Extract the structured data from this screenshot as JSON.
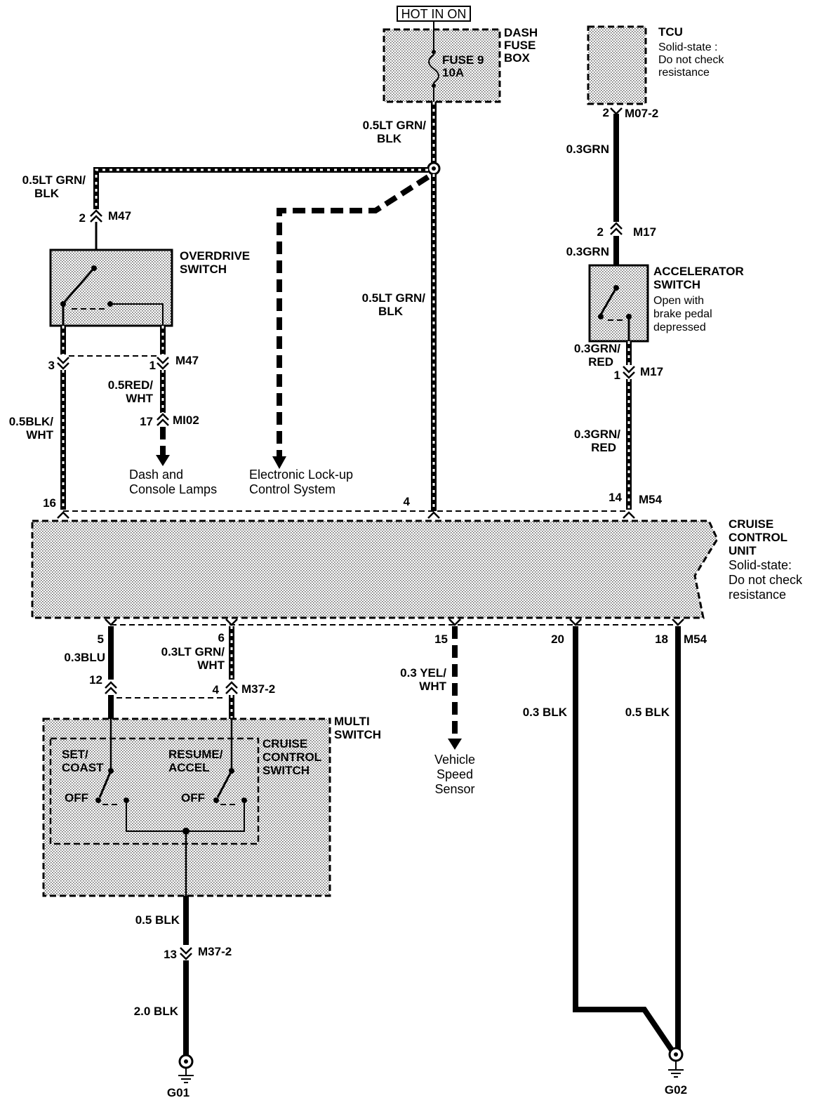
{
  "power": {
    "label": "HOT IN ON"
  },
  "dash_fuse_box": {
    "name": "DASH FUSE BOX",
    "line1": "DASH",
    "line2": "FUSE",
    "line3": "BOX",
    "fuse_name": "FUSE 9",
    "fuse_rating": "10A"
  },
  "tcu": {
    "name": "TCU",
    "note1": "Solid-state :",
    "note2": "Do not check",
    "note3": "resistance"
  },
  "overdrive_switch": {
    "line1": "OVERDRIVE",
    "line2": "SWITCH"
  },
  "accelerator_switch": {
    "line1": "ACCELERATOR",
    "line2": "SWITCH",
    "note1": "Open with",
    "note2": "brake pedal",
    "note3": "depressed"
  },
  "cruise_unit": {
    "line1": "CRUISE",
    "line2": "CONTROL",
    "line3": "UNIT",
    "note1": "Solid-state:",
    "note2": "Do not check",
    "note3": "resistance"
  },
  "multi_switch": {
    "line1": "MULTI",
    "line2": "SWITCH"
  },
  "cruise_switch": {
    "line1": "CRUISE",
    "line2": "CONTROL",
    "line3": "SWITCH",
    "set1": "SET/",
    "set2": "COAST",
    "resume1": "RESUME/",
    "resume2": "ACCEL",
    "off": "OFF"
  },
  "wires": {
    "fuse_out_1": "0.5LT GRN/",
    "fuse_out_2": "BLK",
    "od_in_1": "0.5LT GRN/",
    "od_in_2": "BLK",
    "cu4_1": "0.5LT GRN/",
    "cu4_2": "BLK",
    "tcu_out": "0.3GRN",
    "acc_in": "0.3GRN",
    "acc_out_1": "0.3GRN/",
    "acc_out_2": "RED",
    "cu14_1": "0.3GRN/",
    "cu14_2": "RED",
    "od_red_1": "0.5RED/",
    "od_red_2": "WHT",
    "od_blk_1": "0.5BLK/",
    "od_blk_2": "WHT",
    "pin5": "0.3BLU",
    "pin6_1": "0.3LT GRN/",
    "pin6_2": "WHT",
    "pin15_1": "0.3 YEL/",
    "pin15_2": "WHT",
    "pin20": "0.3 BLK",
    "pin18": "0.5 BLK",
    "ms_out": "0.5 BLK",
    "gnd1": "2.0 BLK"
  },
  "connectors": {
    "m47": "M47",
    "m07": "M07-2",
    "m17": "M17",
    "mi02": "MI02",
    "m54": "M54",
    "m37": "M37-2"
  },
  "pins": {
    "tcu2": "2",
    "m47_2": "2",
    "m17_2": "2",
    "m17_1": "1",
    "m47_3": "3",
    "m47_1": "1",
    "mi02_17": "17",
    "cu16": "16",
    "cu4": "4",
    "cu14": "14",
    "cu5": "5",
    "cu6": "6",
    "cu15": "15",
    "cu20": "20",
    "cu18": "18",
    "m37_12": "12",
    "m37_4": "4",
    "m37_13": "13"
  },
  "destinations": {
    "dash_lamps_1": "Dash and",
    "dash_lamps_2": "Console Lamps",
    "lockup_1": "Electronic Lock-up",
    "lockup_2": "Control System",
    "vss_1": "Vehicle",
    "vss_2": "Speed",
    "vss_3": "Sensor"
  },
  "grounds": {
    "g01": "G01",
    "g02": "G02"
  }
}
